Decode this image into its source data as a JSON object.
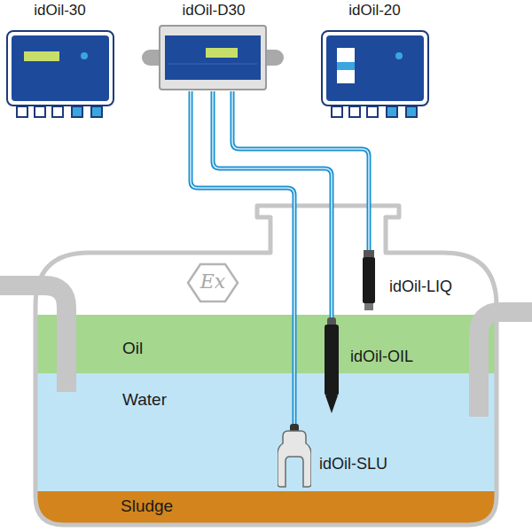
{
  "diagram": {
    "nodes": [
      {
        "text": [
          "idOil-30"
        ]
      },
      {
        "text": [
          "idOil-D30"
        ]
      },
      {
        "text": [
          "idOil-20"
        ]
      },
      {
        "text": [
          "idOil-LIQ"
        ]
      },
      {
        "text": [
          "Oil"
        ]
      },
      {
        "text": [
          "idOil-OIL"
        ]
      },
      {
        "text": [
          "Water"
        ]
      },
      {
        "text": [
          "idOil-SLU"
        ]
      },
      {
        "text": [
          "Sludge"
        ]
      }
    ],
    "edges": [
      {
        "from": 1,
        "to": 3,
        "arrow": "none"
      },
      {
        "from": 1,
        "to": 5,
        "arrow": "none"
      },
      {
        "from": 1,
        "to": 7,
        "arrow": "none"
      }
    ],
    "labels": [
      "Ex"
    ]
  }
}
